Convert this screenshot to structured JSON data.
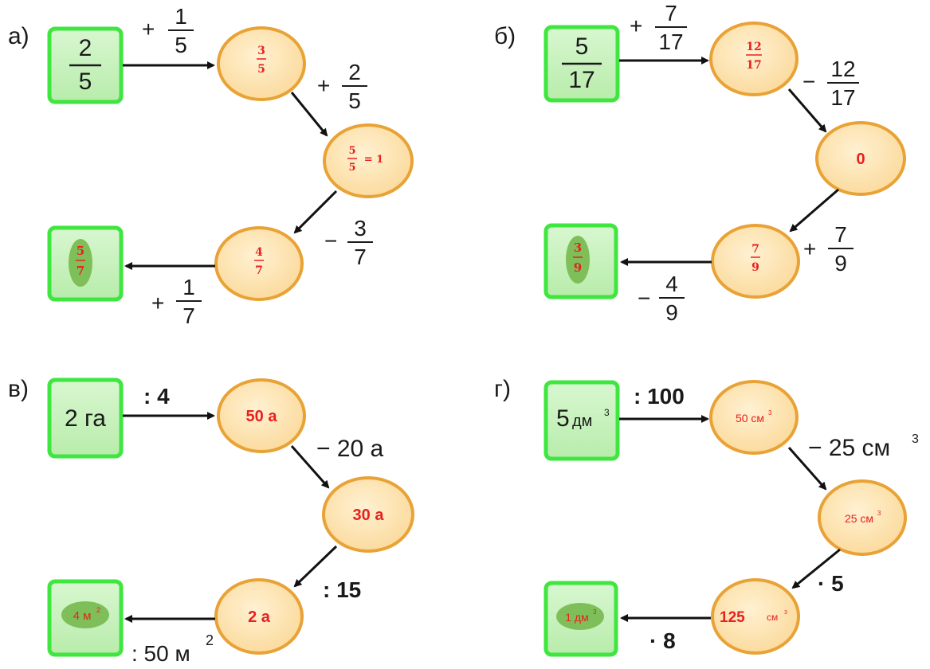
{
  "diagrams": {
    "a": {
      "label": "а)",
      "start": {
        "num": "2",
        "den": "5"
      },
      "op1": {
        "sign": "+",
        "num": "1",
        "den": "5"
      },
      "node1": {
        "num": "3",
        "den": "5"
      },
      "op2": {
        "sign": "+",
        "num": "2",
        "den": "5"
      },
      "node2": {
        "num": "5",
        "den": "5",
        "tail": "= 1"
      },
      "op3": {
        "sign": "−",
        "num": "3",
        "den": "7"
      },
      "node3": {
        "num": "4",
        "den": "7"
      },
      "op4": {
        "sign": "+",
        "num": "1",
        "den": "7"
      },
      "end": {
        "num": "5",
        "den": "7"
      }
    },
    "b": {
      "label": "б)",
      "start": {
        "num": "5",
        "den": "17"
      },
      "op1": {
        "sign": "+",
        "num": "7",
        "den": "17"
      },
      "node1": {
        "num": "12",
        "den": "17"
      },
      "op2": {
        "sign": "−",
        "num": "12",
        "den": "17"
      },
      "node2": {
        "value": "0"
      },
      "op3": {
        "sign": "+",
        "num": "7",
        "den": "9"
      },
      "node3": {
        "num": "7",
        "den": "9"
      },
      "op4": {
        "sign": "−",
        "num": "4",
        "den": "9"
      },
      "end": {
        "num": "3",
        "den": "9"
      }
    },
    "v": {
      "label": "в)",
      "start": {
        "value": "2 га"
      },
      "op1": {
        "text": ": 4"
      },
      "node1": {
        "value": "50 а"
      },
      "op2": {
        "text": "− 20 а"
      },
      "node2": {
        "value": "30 а"
      },
      "op3": {
        "text": ": 15"
      },
      "node3": {
        "value": "2 а"
      },
      "op4": {
        "text": ": 50 м",
        "sup": "2"
      },
      "end": {
        "text": "4 м",
        "sup": "2"
      }
    },
    "g": {
      "label": "г)",
      "start": {
        "text": "5",
        "unit": "дм",
        "sup": "3"
      },
      "op1": {
        "text": ": 100"
      },
      "node1": {
        "text": "50 см",
        "sup": "3"
      },
      "op2": {
        "text": "− 25 см",
        "sup": "3"
      },
      "node2": {
        "text": "25 см",
        "sup": "3"
      },
      "op3": {
        "text": "· 5"
      },
      "node3": {
        "text": "125",
        "unit": "см",
        "sup": "3"
      },
      "op4": {
        "text": "· 8"
      },
      "end": {
        "text": "1 дм",
        "sup": "3"
      }
    }
  },
  "colors": {
    "box_fill": "#c9f2c0",
    "box_border": "#3fe63f",
    "circle_fill": "#fde3b0",
    "circle_border": "#e9a235",
    "answer_red": "#e8201e",
    "oval_green": "#7fbf5a",
    "arrow": "#111111"
  }
}
